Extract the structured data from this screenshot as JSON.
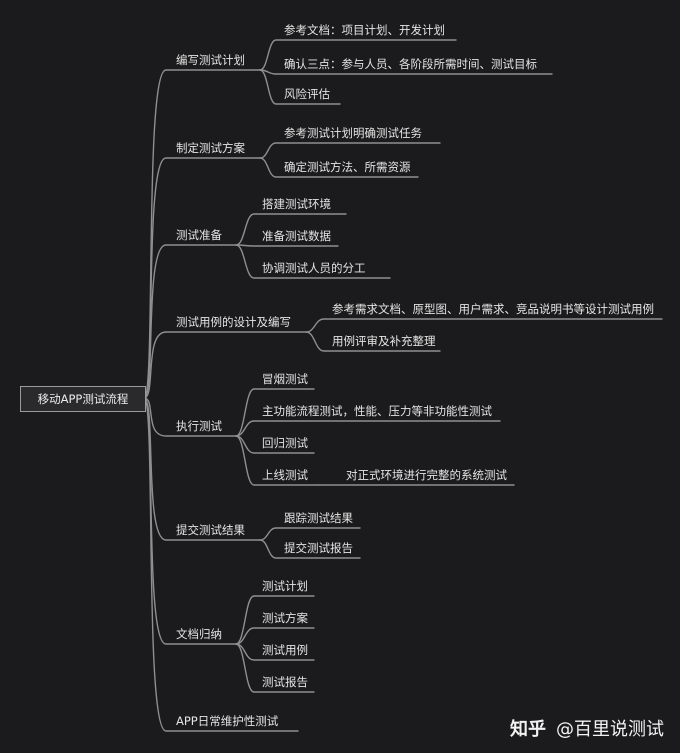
{
  "mindmap": {
    "root": "移动APP测试流程",
    "branches": [
      {
        "label": "编写测试计划",
        "children": [
          "参考文档：项目计划、开发计划",
          "确认三点：参与人员、各阶段所需时间、测试目标",
          "风险评估"
        ]
      },
      {
        "label": "制定测试方案",
        "children": [
          "参考测试计划明确测试任务",
          "确定测试方法、所需资源"
        ]
      },
      {
        "label": "测试准备",
        "children": [
          "搭建测试环境",
          "准备测试数据",
          "协调测试人员的分工"
        ]
      },
      {
        "label": "测试用例的设计及编写",
        "children": [
          "参考需求文档、原型图、用户需求、竞品说明书等设计测试用例",
          "用例评审及补充整理"
        ]
      },
      {
        "label": "执行测试",
        "children": [
          "冒烟测试",
          "主功能流程测试，性能、压力等非功能性测试",
          "回归测试",
          "上线测试"
        ],
        "extra": "对正式环境进行完整的系统测试"
      },
      {
        "label": "提交测试结果",
        "children": [
          "跟踪测试结果",
          "提交测试报告"
        ]
      },
      {
        "label": "文档归纳",
        "children": [
          "测试计划",
          "测试方案",
          "测试用例",
          "测试报告"
        ]
      },
      {
        "label": "APP日常维护性测试",
        "children": []
      }
    ]
  },
  "watermark": {
    "brand": "知乎",
    "author": "@百里说测试"
  }
}
